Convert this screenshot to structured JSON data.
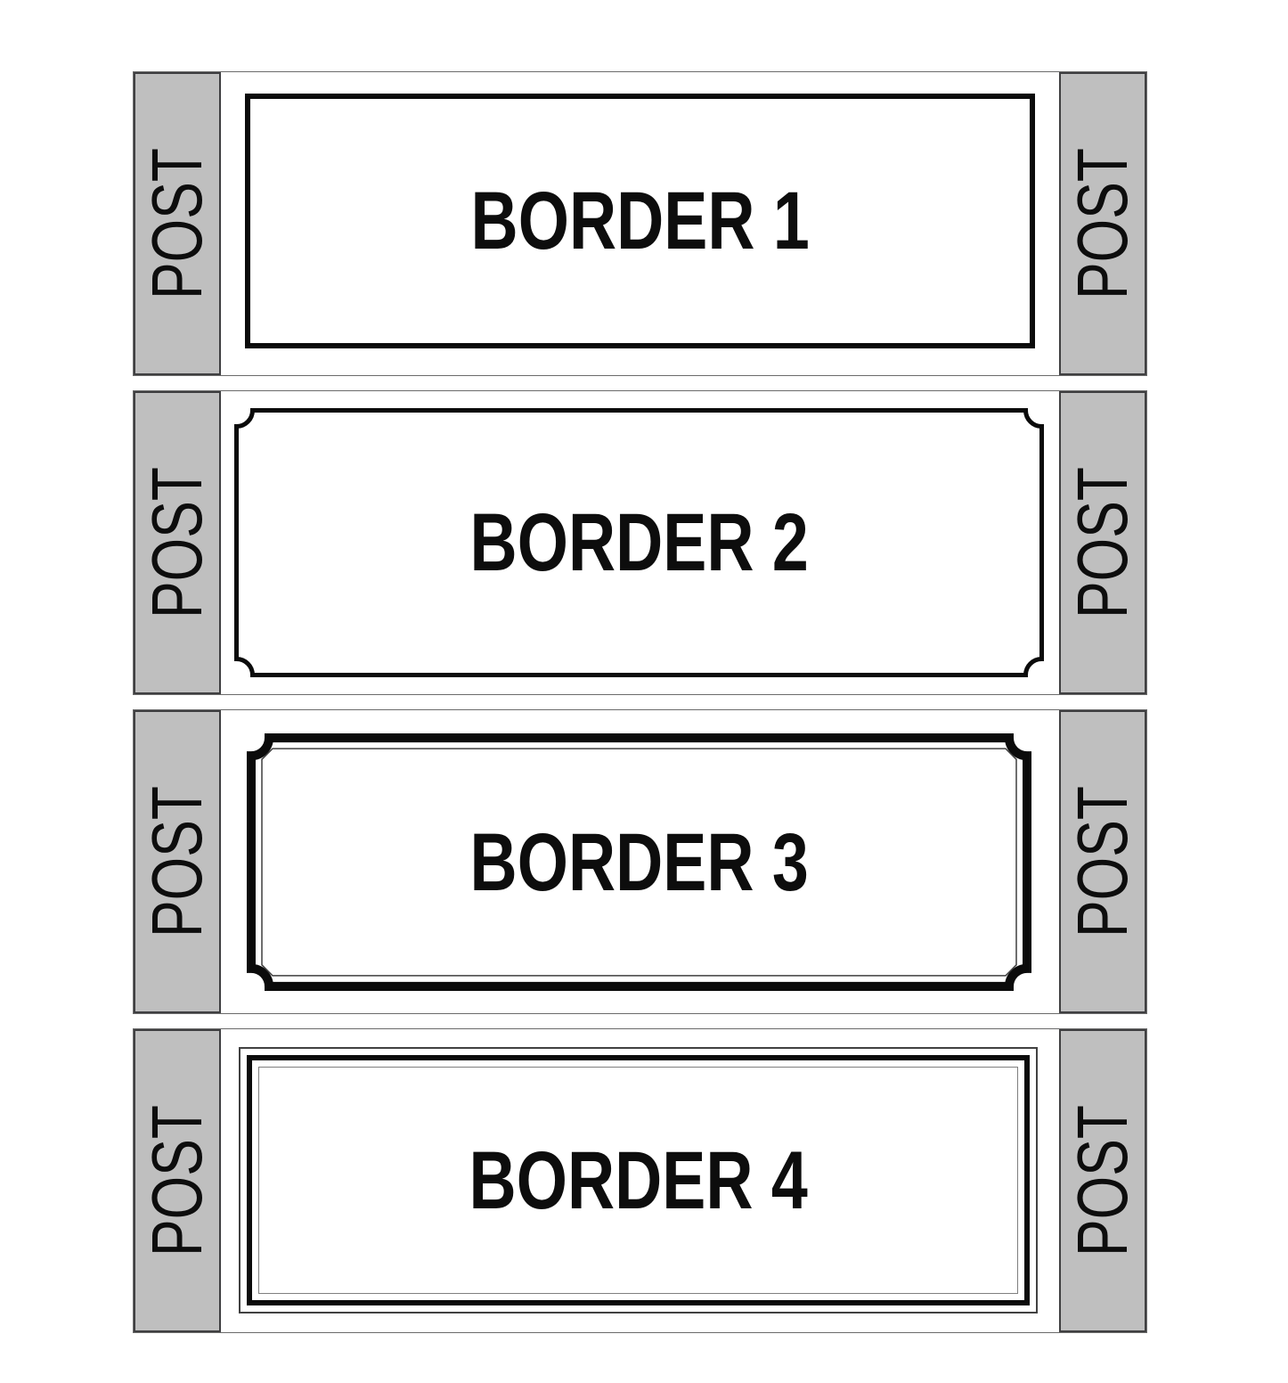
{
  "sheet": {
    "tab_label": "POST",
    "rows": [
      {
        "title": "BORDER 1",
        "border_style": "single solid line"
      },
      {
        "title": "BORDER 2",
        "border_style": "single line with concave ticket corners"
      },
      {
        "title": "BORDER 3",
        "border_style": "thick line with concave corners and thin inner line"
      },
      {
        "title": "BORDER 4",
        "border_style": "triple nested lines (thin, thick, thin)"
      }
    ]
  },
  "colors": {
    "tab_background": "#bfbfbf",
    "tab_border": "#3f3f41",
    "row_outline": "#6b6b6b",
    "frame_black": "#0b0b0b",
    "thin_line": "#7f7f7f",
    "text": "#0d0d0d"
  }
}
